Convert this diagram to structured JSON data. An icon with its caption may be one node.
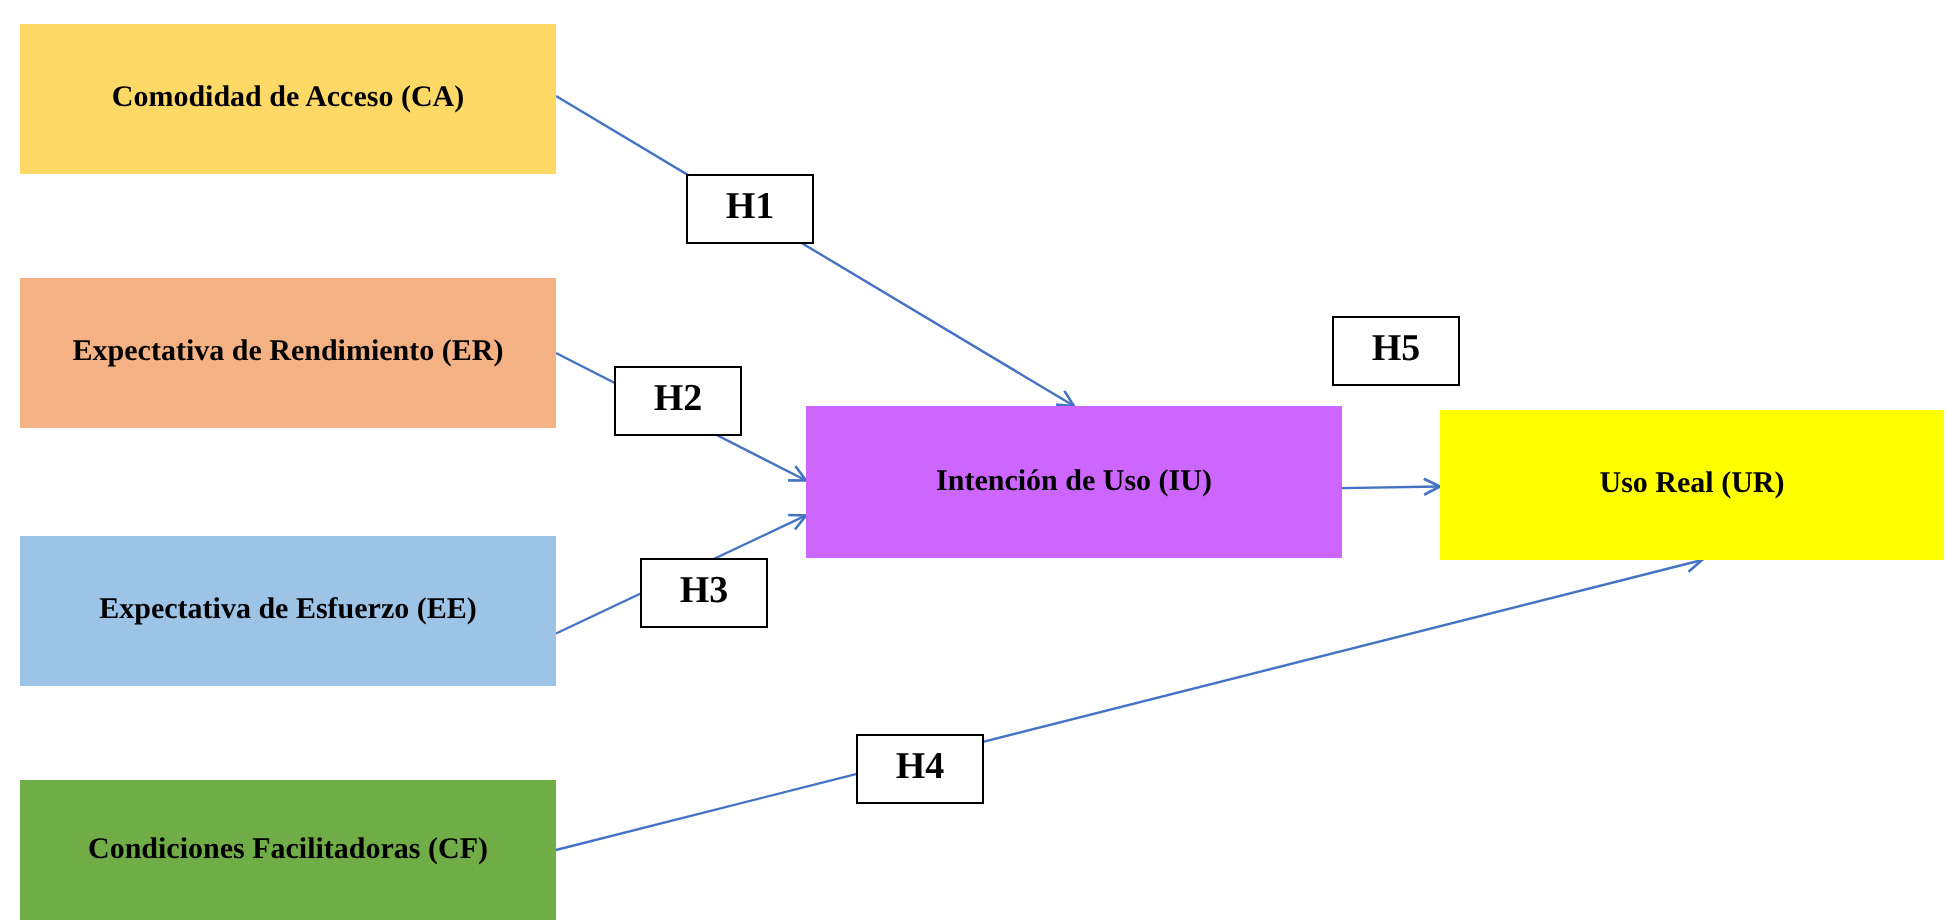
{
  "diagram": {
    "nodes": [
      {
        "text": [
          "Comodidad de Acceso (CA)"
        ]
      },
      {
        "text": [
          "Expectativa de Rendimiento (ER)"
        ]
      },
      {
        "text": [
          "Expectativa de Esfuerzo (EE)"
        ]
      },
      {
        "text": [
          "Condiciones Facilitadoras (CF)"
        ]
      },
      {
        "text": [
          "Intención de Uso (IU)"
        ]
      },
      {
        "text": [
          "Uso Real (UR)"
        ]
      }
    ],
    "edges": [
      {
        "from": 0,
        "to": 4,
        "arrow": "to",
        "label": "H1"
      },
      {
        "from": 1,
        "to": 4,
        "arrow": "to",
        "label": "H2"
      },
      {
        "from": 2,
        "to": 4,
        "arrow": "to",
        "label": "H3"
      },
      {
        "from": 3,
        "to": 5,
        "arrow": "to",
        "label": "H4"
      },
      {
        "from": 4,
        "to": 5,
        "arrow": "to",
        "label": "H5"
      }
    ]
  }
}
